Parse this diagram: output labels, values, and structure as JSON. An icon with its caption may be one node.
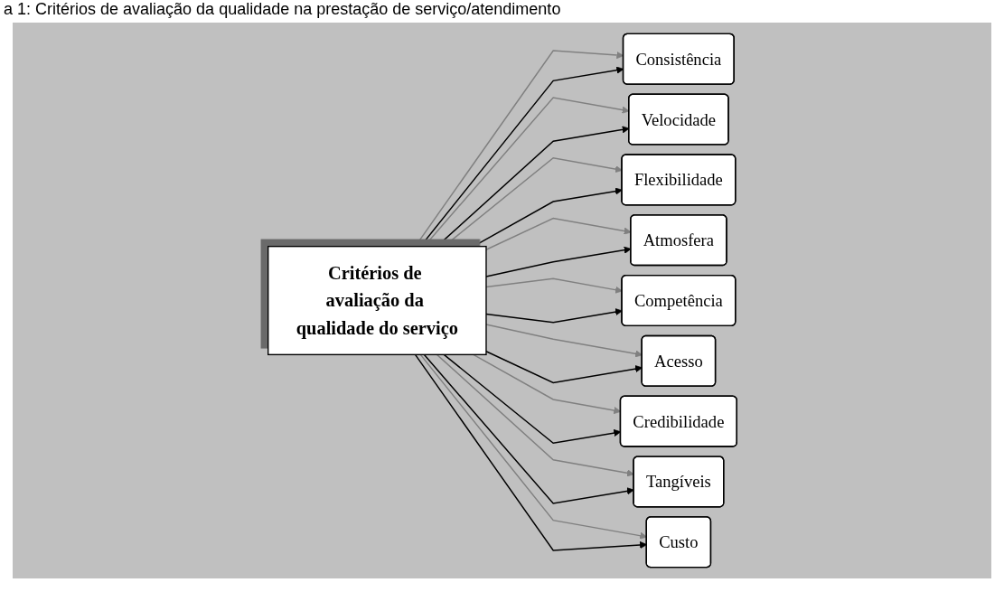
{
  "diagram": {
    "title": "a 1: Critérios de avaliação da qualidade na prestação de serviço/atendimento",
    "nodes": [
      {
        "text": [
          "Consistência"
        ]
      },
      {
        "text": [
          "Velocidade"
        ]
      },
      {
        "text": [
          "Flexibilidade"
        ]
      },
      {
        "text": [
          "Critérios de avaliação da qualidade do serviço"
        ]
      },
      {
        "text": [
          "Atmosfera"
        ]
      },
      {
        "text": [
          "Competência"
        ]
      },
      {
        "text": [
          "Acesso"
        ]
      },
      {
        "text": [
          "Credibilidade"
        ]
      },
      {
        "text": [
          "Tangíveis"
        ]
      },
      {
        "text": [
          "Custo"
        ]
      }
    ],
    "edges": [
      {
        "from": 3,
        "to": 0,
        "arrow": "to",
        "color": "#808080"
      },
      {
        "from": 3,
        "to": 0,
        "arrow": "to",
        "color": "#000000"
      },
      {
        "from": 3,
        "to": 1,
        "arrow": "to",
        "color": "#808080"
      },
      {
        "from": 3,
        "to": 1,
        "arrow": "to",
        "color": "#000000"
      },
      {
        "from": 3,
        "to": 2,
        "arrow": "to",
        "color": "#808080"
      },
      {
        "from": 3,
        "to": 2,
        "arrow": "to",
        "color": "#000000"
      },
      {
        "from": 3,
        "to": 4,
        "arrow": "to",
        "color": "#808080"
      },
      {
        "from": 3,
        "to": 4,
        "arrow": "to",
        "color": "#000000"
      },
      {
        "from": 3,
        "to": 5,
        "arrow": "to",
        "color": "#808080"
      },
      {
        "from": 3,
        "to": 5,
        "arrow": "to",
        "color": "#000000"
      },
      {
        "from": 3,
        "to": 6,
        "arrow": "to",
        "color": "#808080"
      },
      {
        "from": 3,
        "to": 6,
        "arrow": "to",
        "color": "#000000"
      },
      {
        "from": 3,
        "to": 7,
        "arrow": "to",
        "color": "#808080"
      },
      {
        "from": 3,
        "to": 7,
        "arrow": "to",
        "color": "#000000"
      },
      {
        "from": 3,
        "to": 8,
        "arrow": "to",
        "color": "#808080"
      },
      {
        "from": 3,
        "to": 8,
        "arrow": "to",
        "color": "#000000"
      },
      {
        "from": 3,
        "to": 9,
        "arrow": "to",
        "color": "#808080"
      },
      {
        "from": 3,
        "to": 9,
        "arrow": "to",
        "color": "#000000"
      }
    ]
  }
}
